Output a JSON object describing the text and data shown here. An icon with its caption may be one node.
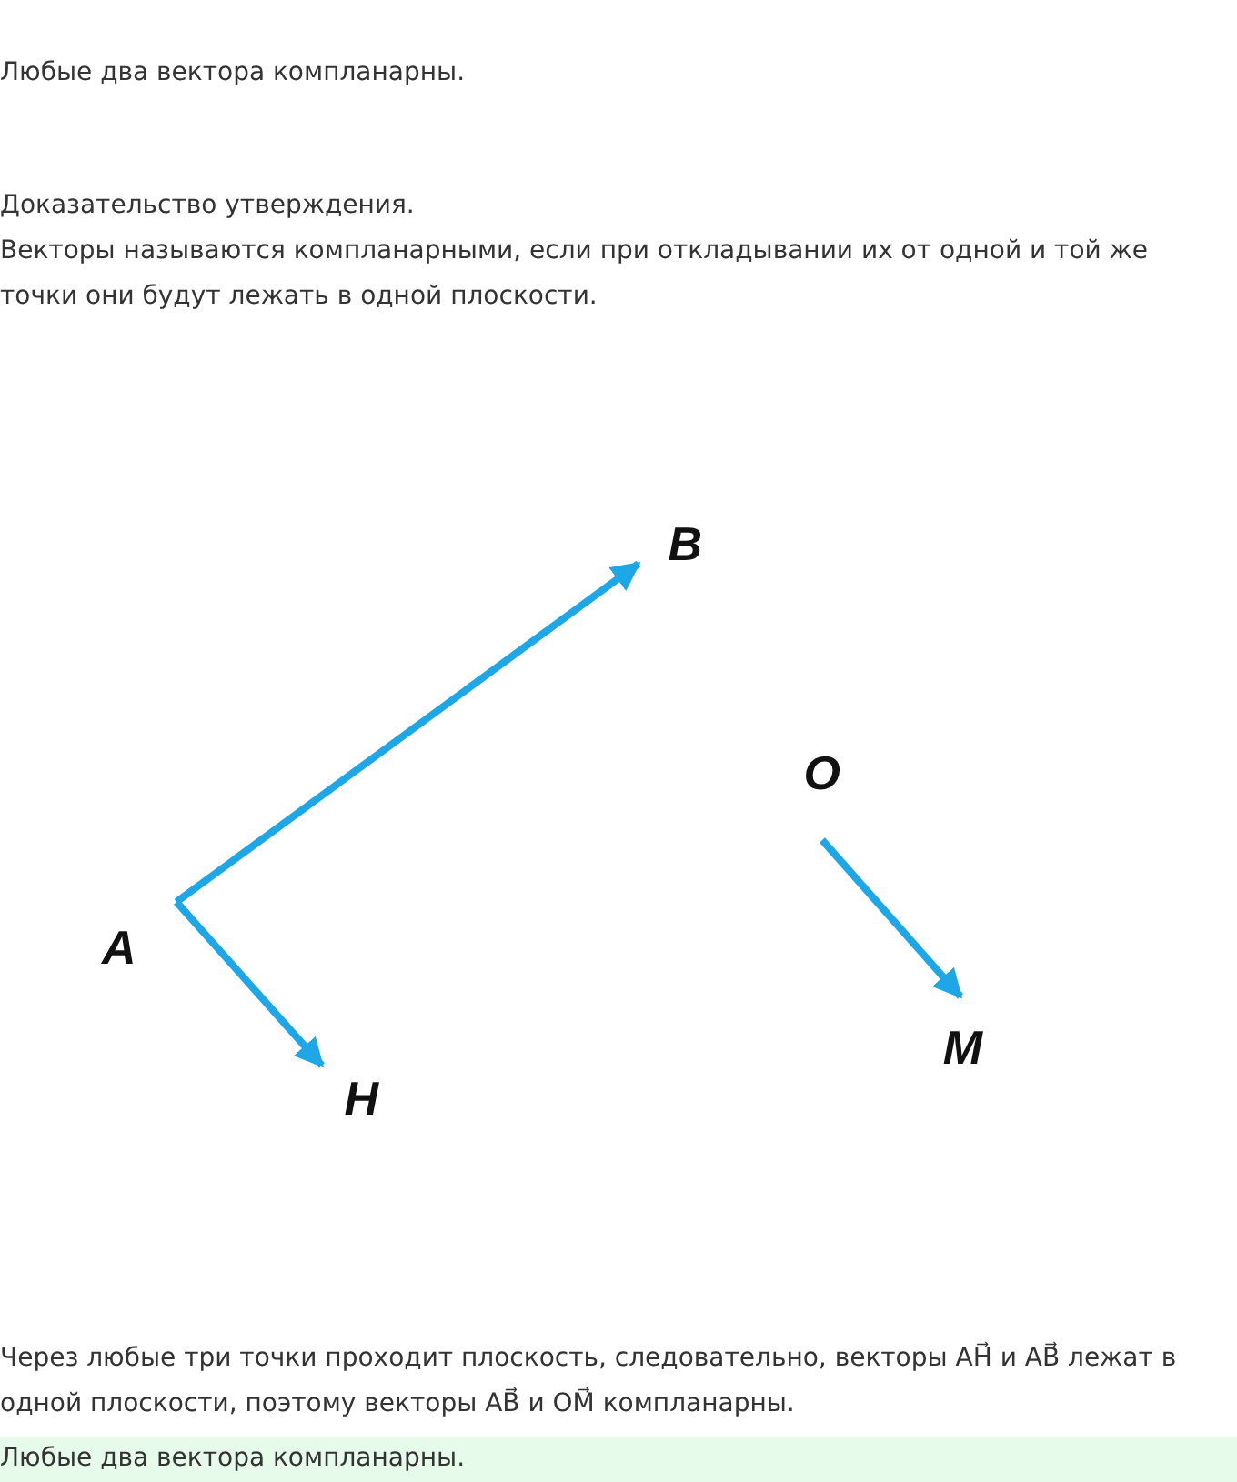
{
  "diagram": {
    "nodes": [
      {
        "text": [
          "A"
        ]
      },
      {
        "text": [
          "B"
        ]
      },
      {
        "text": [
          "H"
        ]
      },
      {
        "text": [
          "O"
        ]
      },
      {
        "text": [
          "M"
        ]
      }
    ],
    "edges": [
      {
        "from": 0,
        "to": 1,
        "arrow": "to"
      },
      {
        "from": 0,
        "to": 2,
        "arrow": "to"
      },
      {
        "from": 3,
        "to": 4,
        "arrow": "to"
      }
    ],
    "labels": [
      "Любые два вектора компланарны.",
      "Доказательство утверждения.",
      "Векторы называются компланарными, если при откладывании их от одной и той же точки они будут лежать в одной плоскости.",
      "Через любые три точки проходит плоскость, следовательно, векторы AH⃗ и AB⃗ лежат в одной плоскости, поэтому векторы AB⃗ и OM⃗ компланарны.",
      "Любые два вектора компланарны."
    ]
  }
}
